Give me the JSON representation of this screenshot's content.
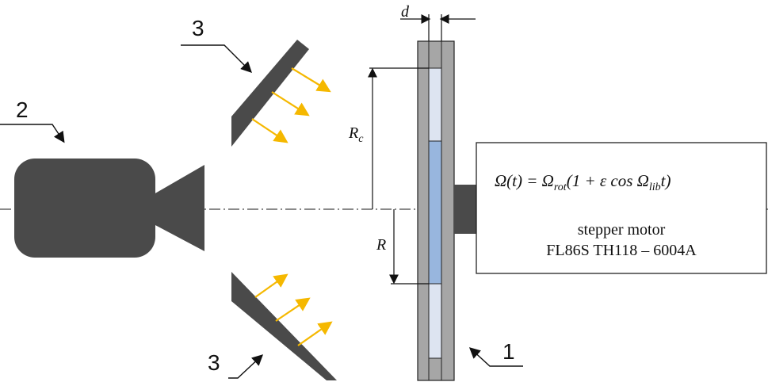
{
  "labels": {
    "disk_number": "1",
    "camera_number": "2",
    "mirror_number_top": "3",
    "mirror_number_bottom": "3",
    "dim_d": "d",
    "dim_rc_main": "R",
    "dim_rc_sub": "c",
    "dim_r": "R"
  },
  "motor": {
    "formula_lhs": "Ω(t) = Ω",
    "formula_rot": "rot",
    "formula_mid": "(1 + ε cos Ω",
    "formula_lib": "lib",
    "formula_end": "t)",
    "name": "stepper motor",
    "model": "FL86S TH118 – 6004A"
  },
  "colors": {
    "dark_gray": "#4a4a4a",
    "frame_gray": "#a6a6a6",
    "fluid_light": "#dde4f1",
    "fluid_blue": "#98b6de",
    "light_arrow": "#f5b800"
  },
  "icons": {
    "camera": "video-camera-icon",
    "light_rays": "arrow-icon"
  }
}
